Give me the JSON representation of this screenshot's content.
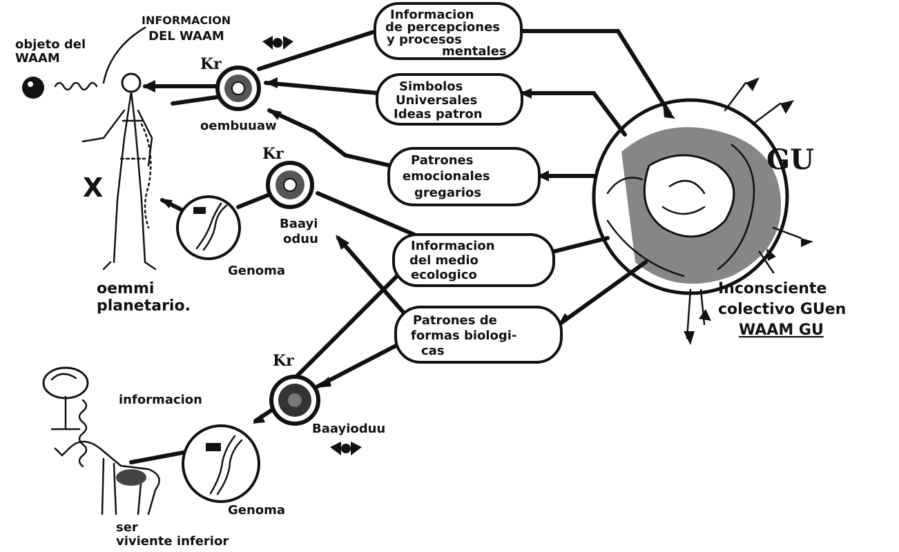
{
  "labels": {
    "objeto": "objeto del",
    "objeto2": "WAAM",
    "info_waam": "INFORMACION",
    "info_waam2": "DEL WAAM",
    "kr": "Kr",
    "oembuuaw": "oembuuaw",
    "baayioduu_top": "Baayi",
    "baayioduu_top2": "oduu",
    "genoma": "Genoma",
    "oemmi": "oemmi",
    "planetario": "planetario.",
    "informacion": "informacion",
    "baayioduu_bottom": "Baayioduu",
    "ser": "ser",
    "viviente": "viviente inferior",
    "gu": "GU",
    "inconsciente1": "Inconsciente",
    "inconsciente2": "colectivo GUen",
    "inconsciente3": "WAAM GU",
    "x_mark": "X"
  },
  "boxes": {
    "percepciones": [
      "Informacion",
      "de percepciones",
      "y procesos",
      "mentales"
    ],
    "simbolos": [
      "Simbolos",
      "Universales",
      "Ideas patron"
    ],
    "emocionales": [
      "Patrones",
      "emocionales",
      "gregarios"
    ],
    "medio": [
      "Informacion",
      "del medio",
      "ecologico"
    ],
    "biologicas": [
      "Patrones de",
      "formas biologi-",
      "cas"
    ]
  }
}
